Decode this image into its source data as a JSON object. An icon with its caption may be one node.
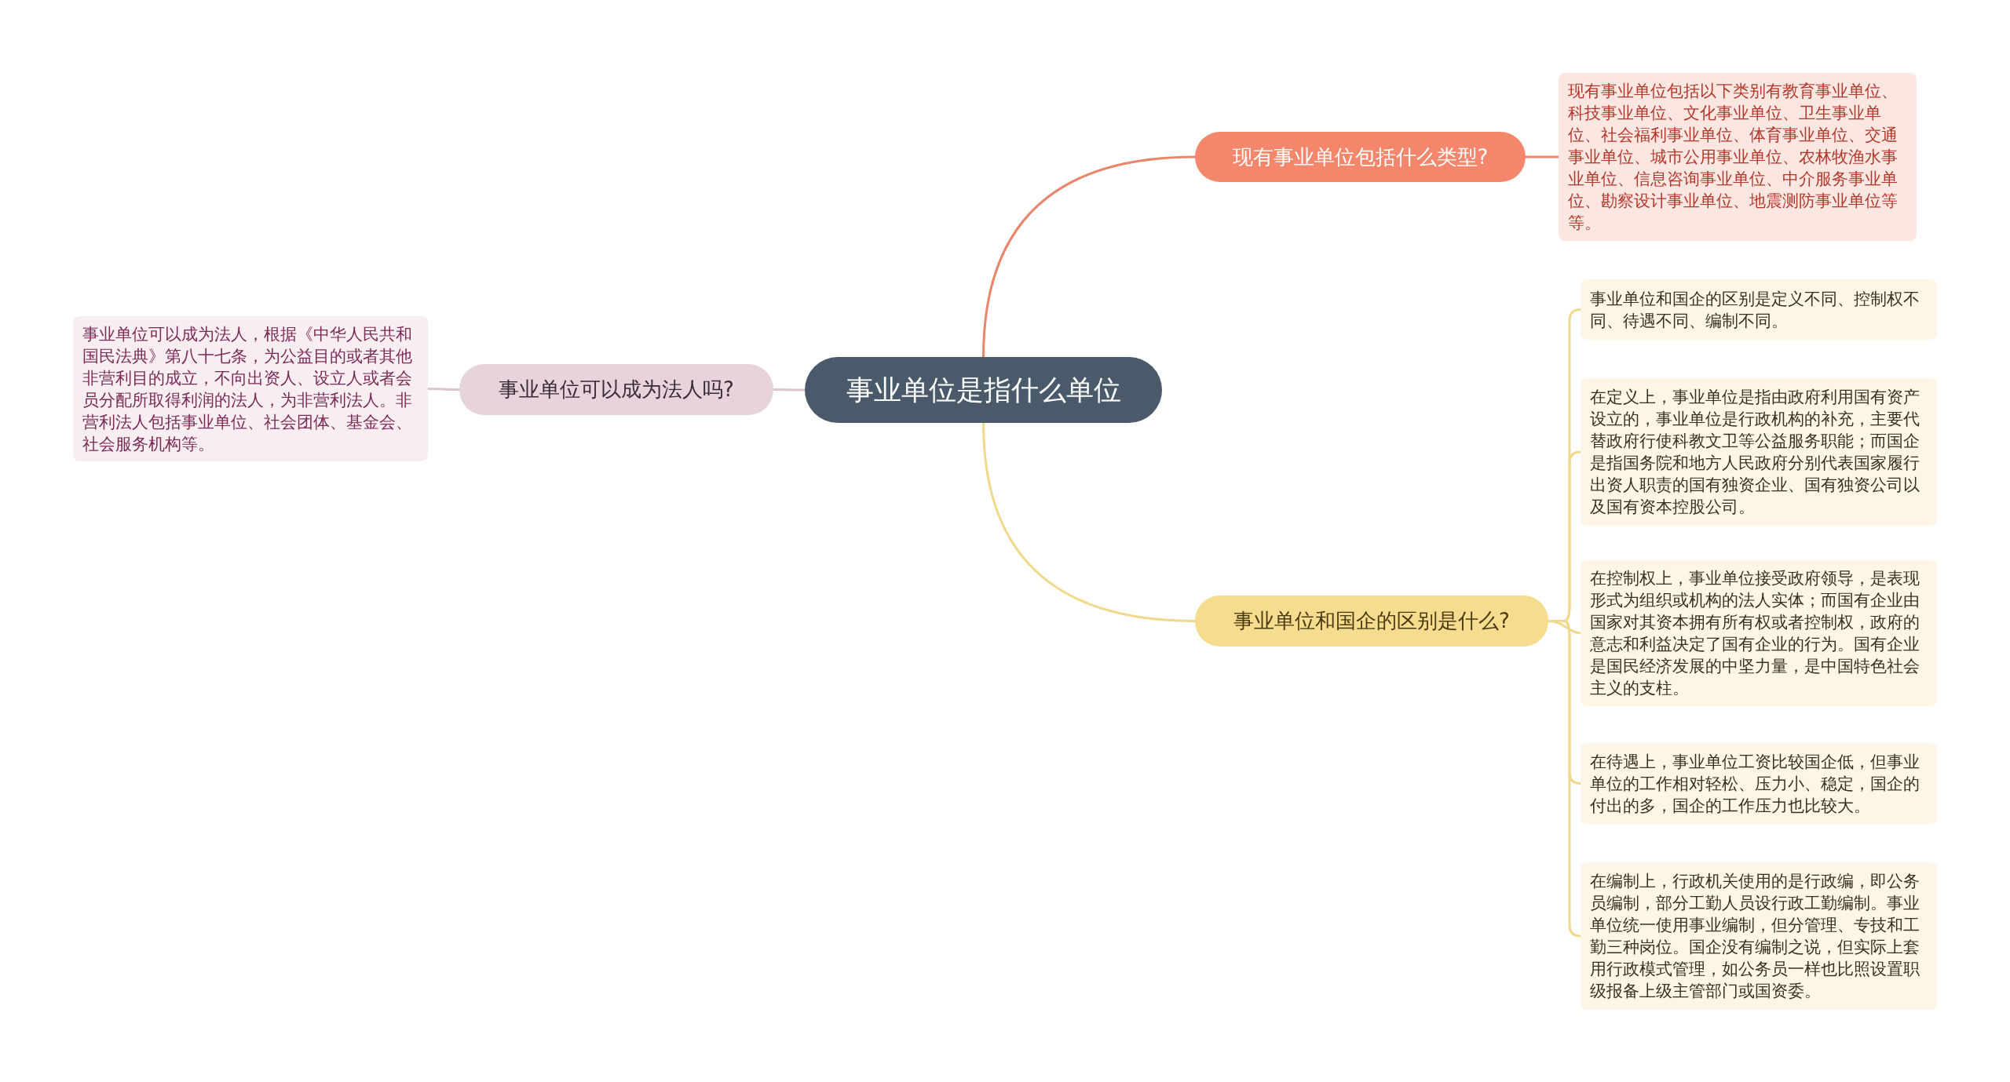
{
  "diagram": {
    "nodes": [
      {
        "text": [
          "事业单位是指什么单位"
        ]
      },
      {
        "text": [
          "现有事业单位包括什么类型?"
        ]
      },
      {
        "text": [
          "现有事业单位包括以下类别有教育事业单位、科技事业单位、文化事业单位、卫生事业单位、社会福利事业单位、体育事业单位、交通事业单位、城市公用事业单位、农林牧渔水事业单位、信息咨询事业单位、中介服务事业单位、勘察设计事业单位、地震测防事业单位等等。"
        ]
      },
      {
        "text": [
          "事业单位和国企的区别是什么?"
        ]
      },
      {
        "text": [
          "事业单位和国企的区别是定义不同、控制权不同、待遇不同、编制不同。"
        ]
      },
      {
        "text": [
          "在定义上，事业单位是指由政府利用国有资产设立的，事业单位是行政机构的补充，主要代替政府行使科教文卫等公益服务职能；而国企是指国务院和地方人民政府分别代表国家履行出资人职责的国有独资企业、国有独资公司以及国有资本控股公司。"
        ]
      },
      {
        "text": [
          "在控制权上，事业单位接受政府领导，是表现形式为组织或机构的法人实体；而国有企业由国家对其资本拥有所有权或者控制权，政府的意志和利益决定了国有企业的行为。国有企业是国民经济发展的中坚力量，是中国特色社会主义的支柱。"
        ]
      },
      {
        "text": [
          "在待遇上，事业单位工资比较国企低，但事业单位的工作相对轻松、压力小、稳定，国企的付出的多，国企的工作压力也比较大。"
        ]
      },
      {
        "text": [
          "在编制上，行政机关使用的是行政编，即公务员编制，部分工勤人员设行政工勤编制。事业单位统一使用事业编制，但分管理、专技和工勤三种岗位。国企没有编制之说，但实际上套用行政模式管理，如公务员一样也比照设置职级报备上级主管部门或国资委。"
        ]
      },
      {
        "text": [
          "事业单位可以成为法人吗?"
        ]
      },
      {
        "text": [
          "事业单位可以成为法人，根据《中华人民共和国民法典》第八十七条，为公益目的或者其他非营利目的成立，不向出资人、设立人或者会员分配所取得利润的法人，为非营利法人。非营利法人包括事业单位、社会团体、基金会、社会服务机构等。"
        ]
      }
    ],
    "edges": [
      {
        "from": 0,
        "to": 1,
        "arrow": "none",
        "color": "#e8866c"
      },
      {
        "from": 1,
        "to": 2,
        "arrow": "none",
        "color": "#e8866c"
      },
      {
        "from": 0,
        "to": 3,
        "arrow": "none"
      },
      {
        "from": 3,
        "to": 4,
        "arrow": "none"
      },
      {
        "from": 3,
        "to": 5,
        "arrow": "none"
      },
      {
        "from": 3,
        "to": 6,
        "arrow": "none"
      },
      {
        "from": 3,
        "to": 7,
        "arrow": "none"
      },
      {
        "from": 3,
        "to": 8,
        "arrow": "none"
      },
      {
        "from": 0,
        "to": 9,
        "arrow": "none",
        "color": "#d9c4cf"
      },
      {
        "from": 9,
        "to": 10,
        "arrow": "none",
        "color": "#d9c4cf"
      }
    ]
  }
}
